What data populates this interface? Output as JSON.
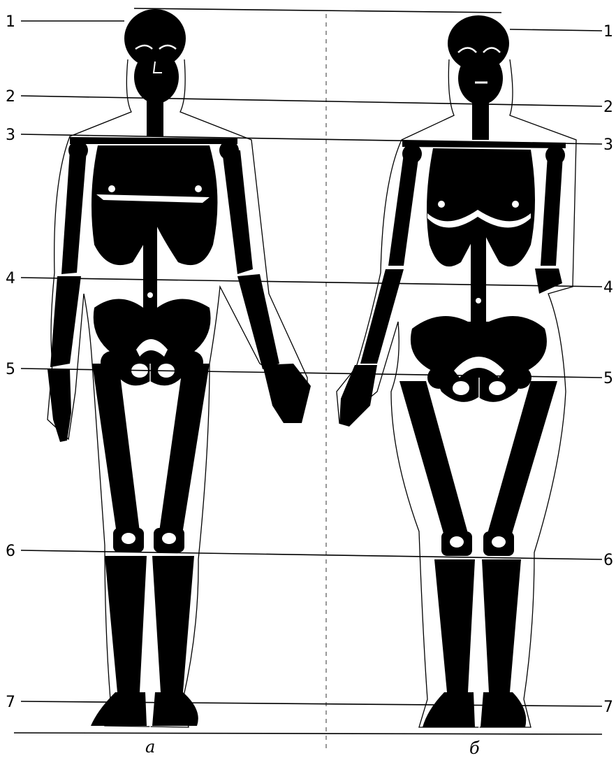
{
  "left_labels": [
    "1",
    "2",
    "3",
    "4",
    "5",
    "6",
    "7"
  ],
  "right_labels": [
    "1",
    "2",
    "3",
    "4",
    "5",
    "6",
    "7"
  ],
  "captions": {
    "male": "a",
    "female": "б"
  },
  "colors": {
    "ink": "#000000",
    "paper": "#ffffff"
  }
}
